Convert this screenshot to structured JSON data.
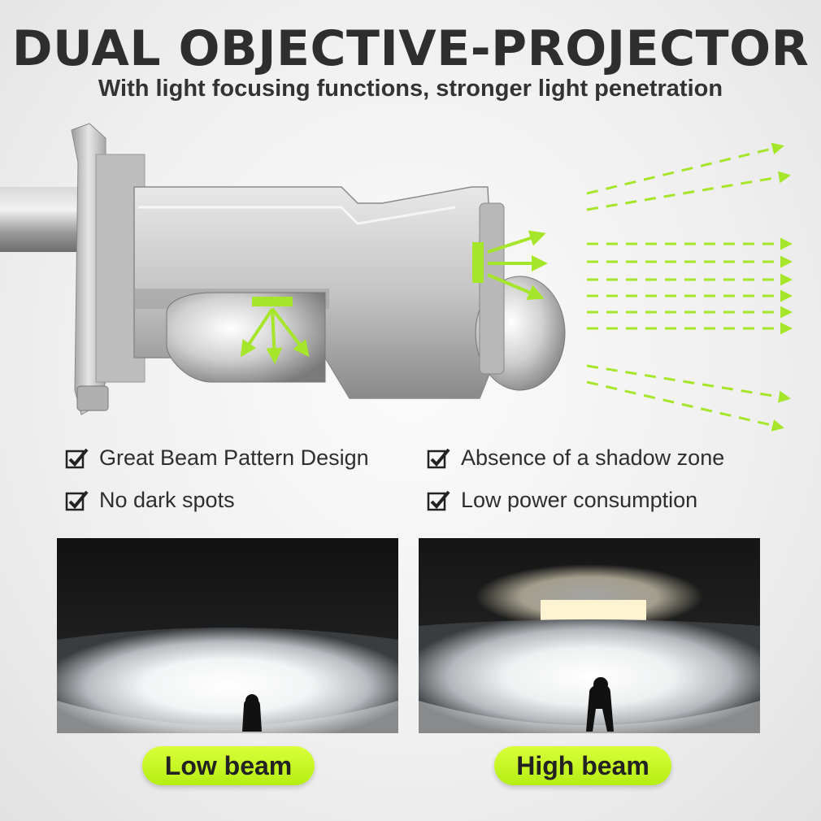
{
  "header": {
    "title": "DUAL OBJECTIVE-PROJECTOR",
    "subtitle": "With light focusing functions, stronger light penetration"
  },
  "features": [
    {
      "label": "Great Beam Pattern Design",
      "icon": "checkbox-checked-icon"
    },
    {
      "label": "Absence of a shadow zone",
      "icon": "checkbox-checked-icon"
    },
    {
      "label": "No dark spots",
      "icon": "checkbox-checked-icon"
    },
    {
      "label": "Low power consumption",
      "icon": "checkbox-checked-icon"
    }
  ],
  "beams": {
    "low": {
      "label": "Low beam"
    },
    "high": {
      "label": "High beam"
    }
  },
  "colors": {
    "accent": "#a6e62a",
    "text": "#2e2e2e",
    "pill": "#c8f52a"
  }
}
